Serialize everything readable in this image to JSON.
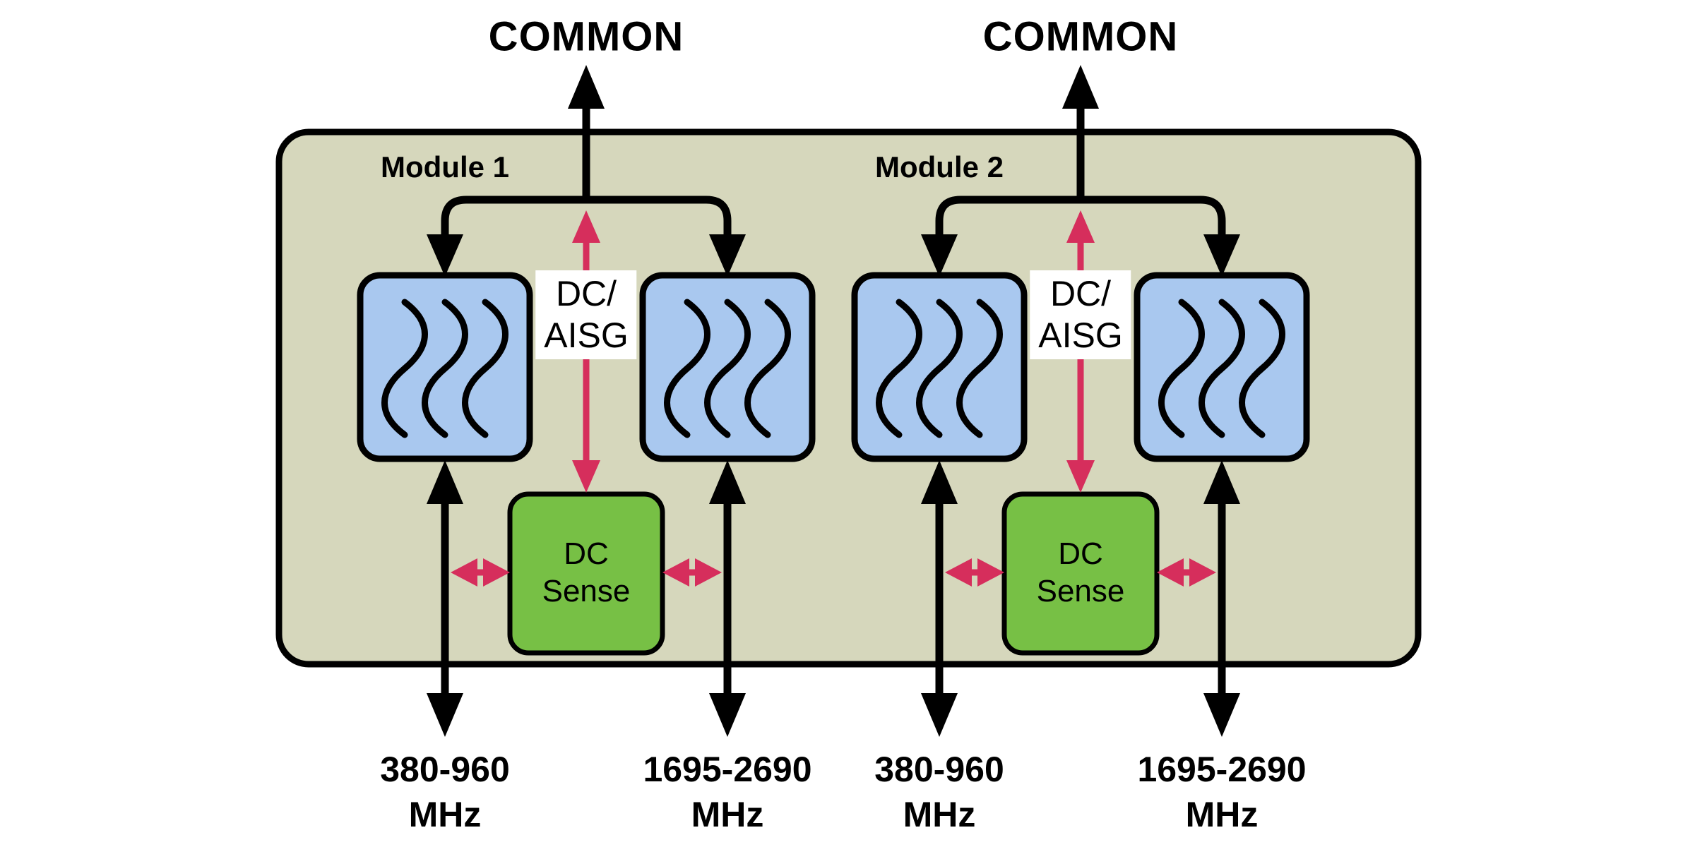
{
  "diagram": {
    "type": "block-diagram",
    "colors": {
      "canvas_bg": "#ffffff",
      "enclosure_fill": "#d6d7bc",
      "filter_fill": "#a9c8ef",
      "sense_fill": "#77c045",
      "signal_arrow": "#d62e5c",
      "line": "#000000",
      "label_bg": "#ffffff"
    },
    "icons": {
      "filter_symbol": "triple-wave-filter-icon",
      "arrows": "double-headed-arrow"
    },
    "modules": [
      {
        "name": "Module 1",
        "common_label": "COMMON",
        "dc_aisg": {
          "line1": "DC/",
          "line2": "AISG"
        },
        "dc_sense": {
          "line1": "DC",
          "line2": "Sense"
        },
        "ports": [
          {
            "line1": "380-960",
            "line2": "MHz"
          },
          {
            "line1": "1695-2690",
            "line2": "MHz"
          }
        ]
      },
      {
        "name": "Module 2",
        "common_label": "COMMON",
        "dc_aisg": {
          "line1": "DC/",
          "line2": "AISG"
        },
        "dc_sense": {
          "line1": "DC",
          "line2": "Sense"
        },
        "ports": [
          {
            "line1": "380-960",
            "line2": "MHz"
          },
          {
            "line1": "1695-2690",
            "line2": "MHz"
          }
        ]
      }
    ]
  }
}
